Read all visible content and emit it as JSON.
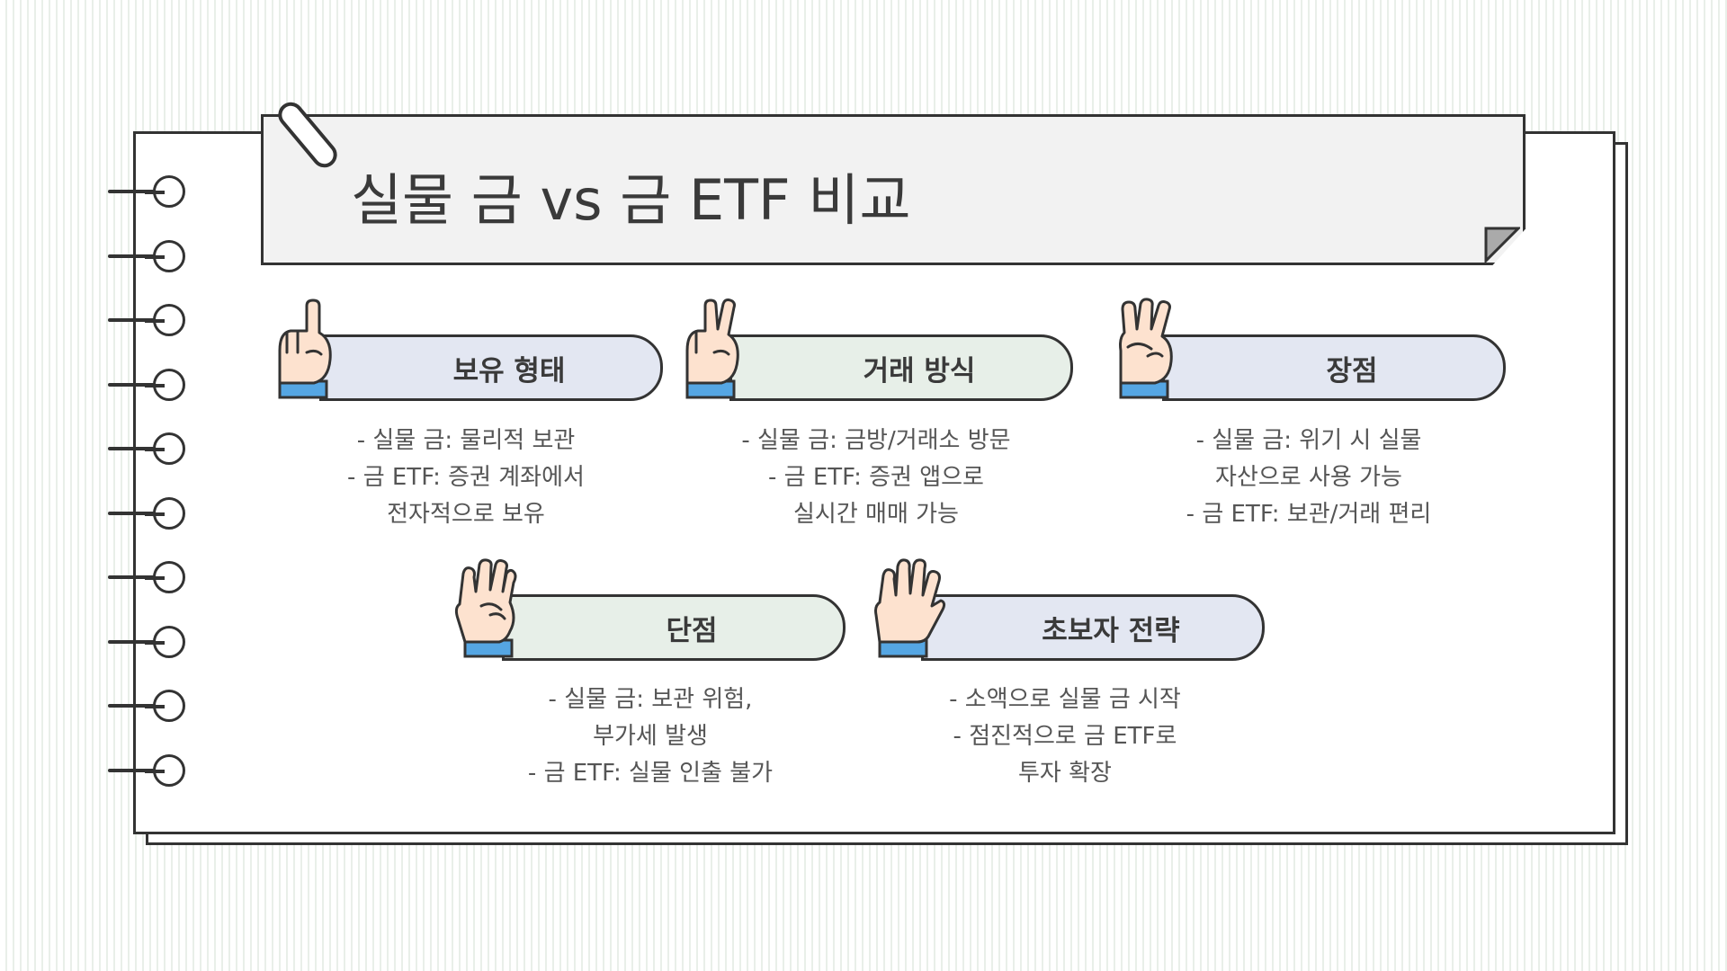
{
  "page": {
    "title": "실물 금 vs 금 ETF 비교"
  },
  "cards": [
    {
      "heading": "보유 형태",
      "icon": "hand-one-finger-icon",
      "color": "#e3e7f2",
      "lines": [
        "- 실물 금: 물리적 보관",
        "- 금 ETF: 증권 계좌에서",
        "전자적으로 보유"
      ]
    },
    {
      "heading": "거래 방식",
      "icon": "hand-two-fingers-icon",
      "color": "#e7efe8",
      "lines": [
        "- 실물 금: 금방/거래소 방문",
        "- 금 ETF: 증권 앱으로",
        "실시간 매매 가능"
      ]
    },
    {
      "heading": "장점",
      "icon": "hand-three-fingers-icon",
      "color": "#e3e7f2",
      "lines": [
        "- 실물 금: 위기 시 실물",
        "자산으로 사용 가능",
        "- 금 ETF: 보관/거래 편리"
      ]
    },
    {
      "heading": "단점",
      "icon": "hand-four-fingers-icon",
      "color": "#e7efe8",
      "lines": [
        "- 실물 금: 보관 위험,",
        "부가세 발생",
        "- 금 ETF: 실물 인출 불가"
      ]
    },
    {
      "heading": "초보자 전략",
      "icon": "hand-five-fingers-icon",
      "color": "#e3e7f2",
      "lines": [
        "- 소액으로 실물 금 시작",
        "- 점진적으로 금 ETF로",
        "투자 확장"
      ]
    }
  ]
}
